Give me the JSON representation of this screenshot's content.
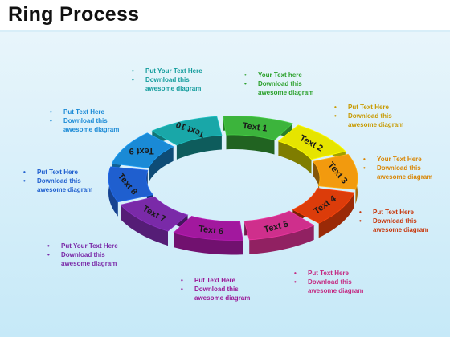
{
  "title": "Ring Process",
  "segments": [
    {
      "label": "Text 1",
      "color": "#3cb43c"
    },
    {
      "label": "Text 2",
      "color": "#e6e400"
    },
    {
      "label": "Text 3",
      "color": "#f29a0e"
    },
    {
      "label": "Text 4",
      "color": "#dc3c0a"
    },
    {
      "label": "Text 5",
      "color": "#cf2f8c"
    },
    {
      "label": "Text 6",
      "color": "#a2189e"
    },
    {
      "label": "Text 7",
      "color": "#7a2aa8"
    },
    {
      "label": "Text 8",
      "color": "#1f5fcf"
    },
    {
      "label": "Text 9",
      "color": "#1a8ad6"
    },
    {
      "label": "Text 10",
      "color": "#19a7a8"
    }
  ],
  "notes": [
    {
      "line1": "Your Text  here",
      "line2": "Download this",
      "line3": "awesome diagram",
      "color": "#2aa02a"
    },
    {
      "line1": "Put Text  Here",
      "line2": "Download this",
      "line3": "awesome diagram",
      "color": "#c89a00"
    },
    {
      "line1": "Your Text Here",
      "line2": "Download this",
      "line3": "awesome diagram",
      "color": "#d98400"
    },
    {
      "line1": "Put Text Here",
      "line2": "Download this",
      "line3": "awesome diagram",
      "color": "#c8380c"
    },
    {
      "line1": "Put Text Here",
      "line2": "Download this",
      "line3": "awesome diagram",
      "color": "#c42a82"
    },
    {
      "line1": "Put Text Here",
      "line2": "Download this",
      "line3": "awesome diagram",
      "color": "#9a1896"
    },
    {
      "line1": "Put Your Text Here",
      "line2": "Download this",
      "line3": "awesome diagram",
      "color": "#7a2aa8"
    },
    {
      "line1": "Put Text Here",
      "line2": "Download this",
      "line3": "awesome diagram",
      "color": "#1f5fcf"
    },
    {
      "line1": "Put Text Here",
      "line2": "Download this",
      "line3": "awesome diagram",
      "color": "#1a8ad6"
    },
    {
      "line1": "Put Your Text Here",
      "line2": "Download this",
      "line3": "awesome diagram",
      "color": "#139c9c"
    }
  ]
}
